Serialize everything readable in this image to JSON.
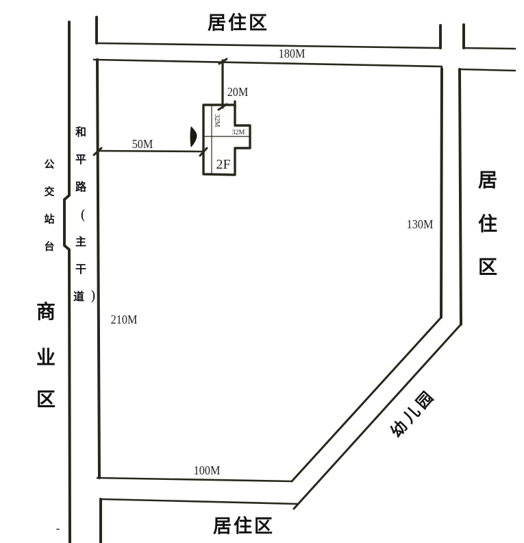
{
  "map": {
    "zones": {
      "residential_top": "居住区",
      "residential_right": [
        "居",
        "住",
        "区"
      ],
      "residential_bottom": "居住区",
      "commercial": [
        "商",
        "业",
        "区"
      ],
      "kindergarten": "幼儿园",
      "bus_stop": [
        "公",
        "交",
        "站",
        "台"
      ]
    },
    "road": {
      "name_chars": [
        "和",
        "平",
        "路",
        "(",
        "主",
        "干",
        "道",
        ")"
      ]
    },
    "dimensions": {
      "top": "180M",
      "right": "130M",
      "left": "210M",
      "bottom": "100M",
      "building_to_top": "20M",
      "building_to_left": "50M"
    },
    "building": {
      "depth_label": "32M",
      "width_label": "32M",
      "floors": "2F"
    }
  },
  "colors": {
    "line": "#27271c",
    "text": "#111111",
    "background": "#ffffff"
  }
}
